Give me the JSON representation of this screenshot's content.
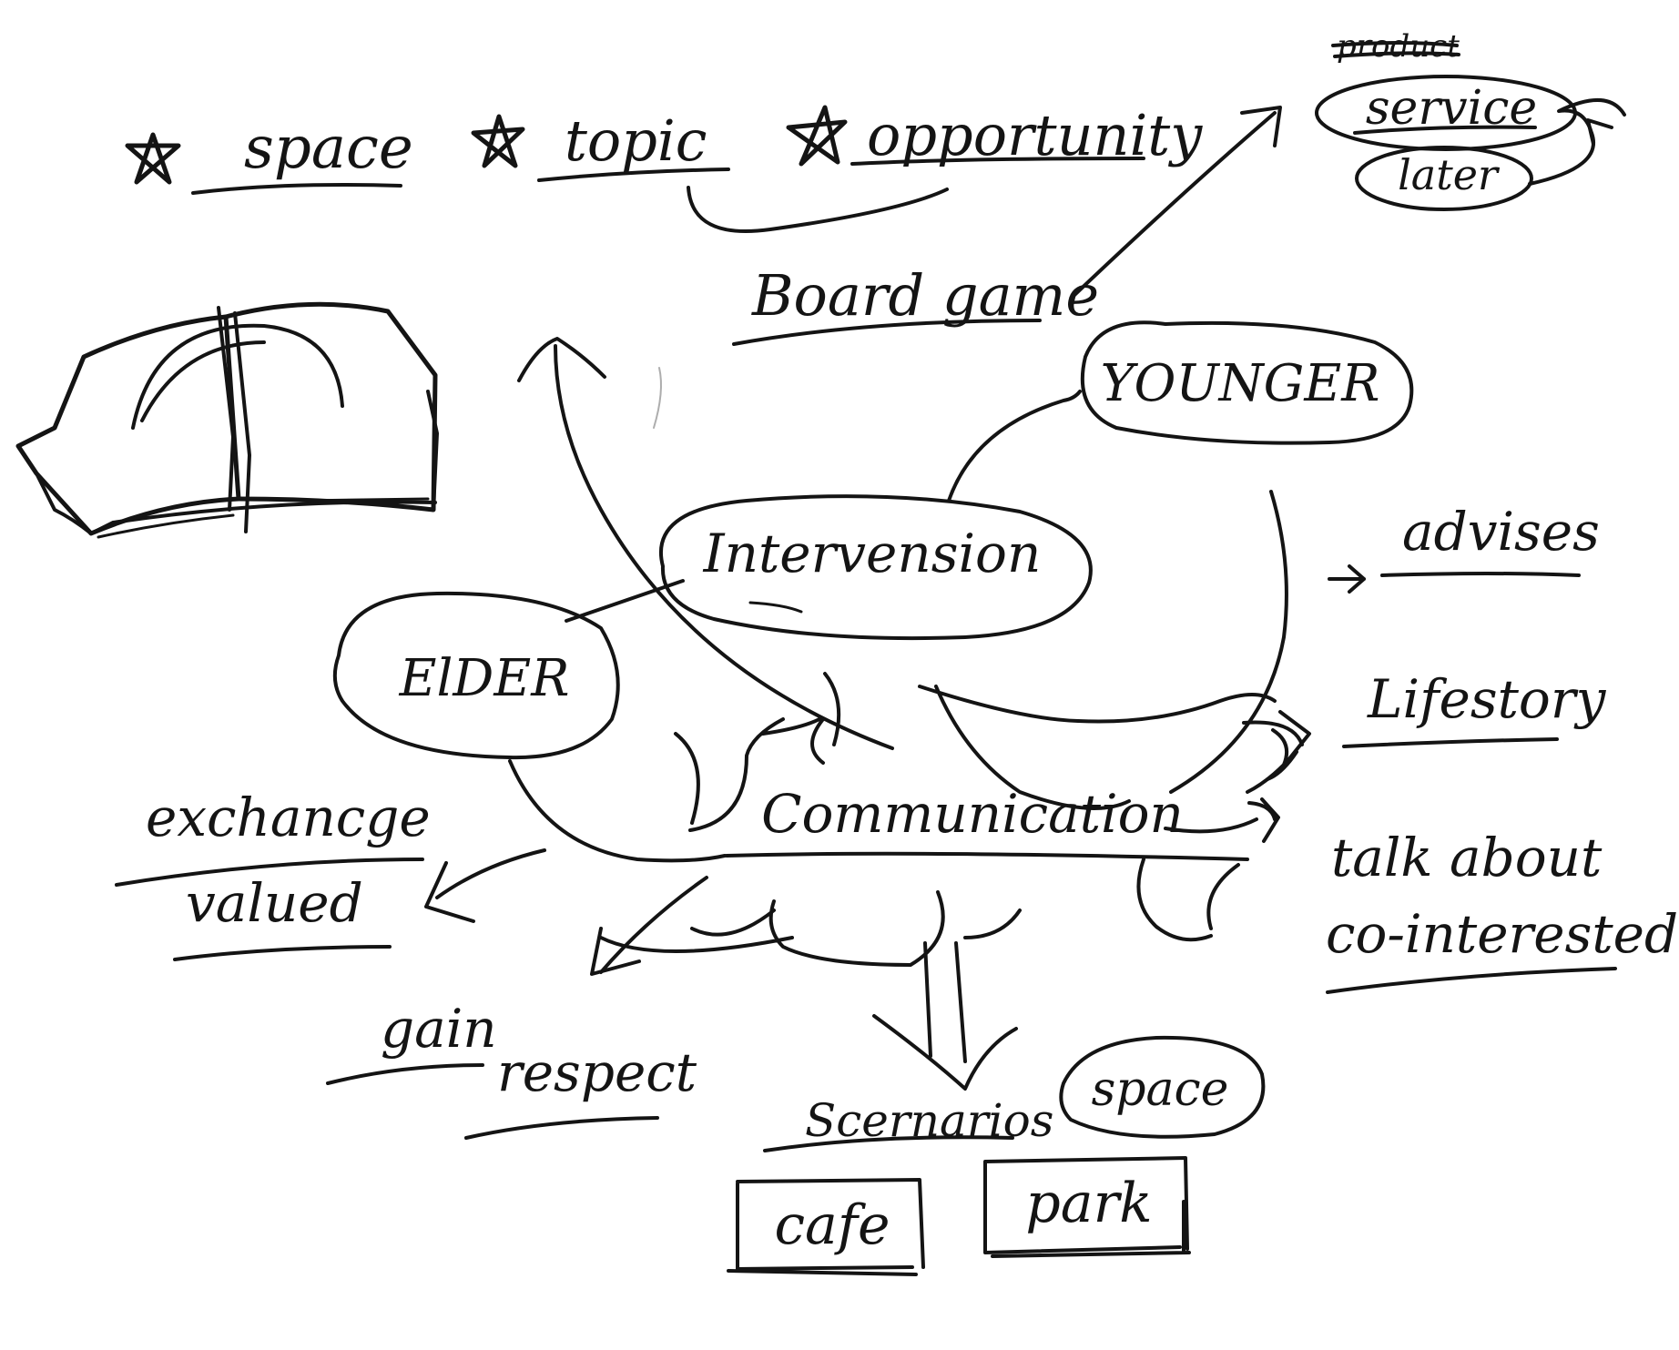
{
  "colors": {
    "ink": "#141414",
    "paper": "#ffffff"
  },
  "nodes": {
    "elder": "ElDER",
    "younger": "YOUNGER",
    "intervention": "Intervension",
    "communication": "Communication"
  },
  "star_topics": [
    "space",
    "topic",
    "opportunity"
  ],
  "board_game": "Board game",
  "corner_note": {
    "struck": "product",
    "items": [
      "service",
      "later"
    ]
  },
  "right_topics": {
    "advises": "advises",
    "lifestory": "Lifestory",
    "talk_about": "talk about",
    "co_interested": "co-interested"
  },
  "left_topics": {
    "exchange": "exchancge",
    "valued": "valued",
    "gain": "gain",
    "respect": "respect"
  },
  "scenario": {
    "label": "Scernarios",
    "space": "space",
    "cafe": "cafe",
    "park": "park"
  },
  "icons": {
    "book": "open-book-sketch-icon",
    "star": "hand-drawn-star-icon"
  }
}
